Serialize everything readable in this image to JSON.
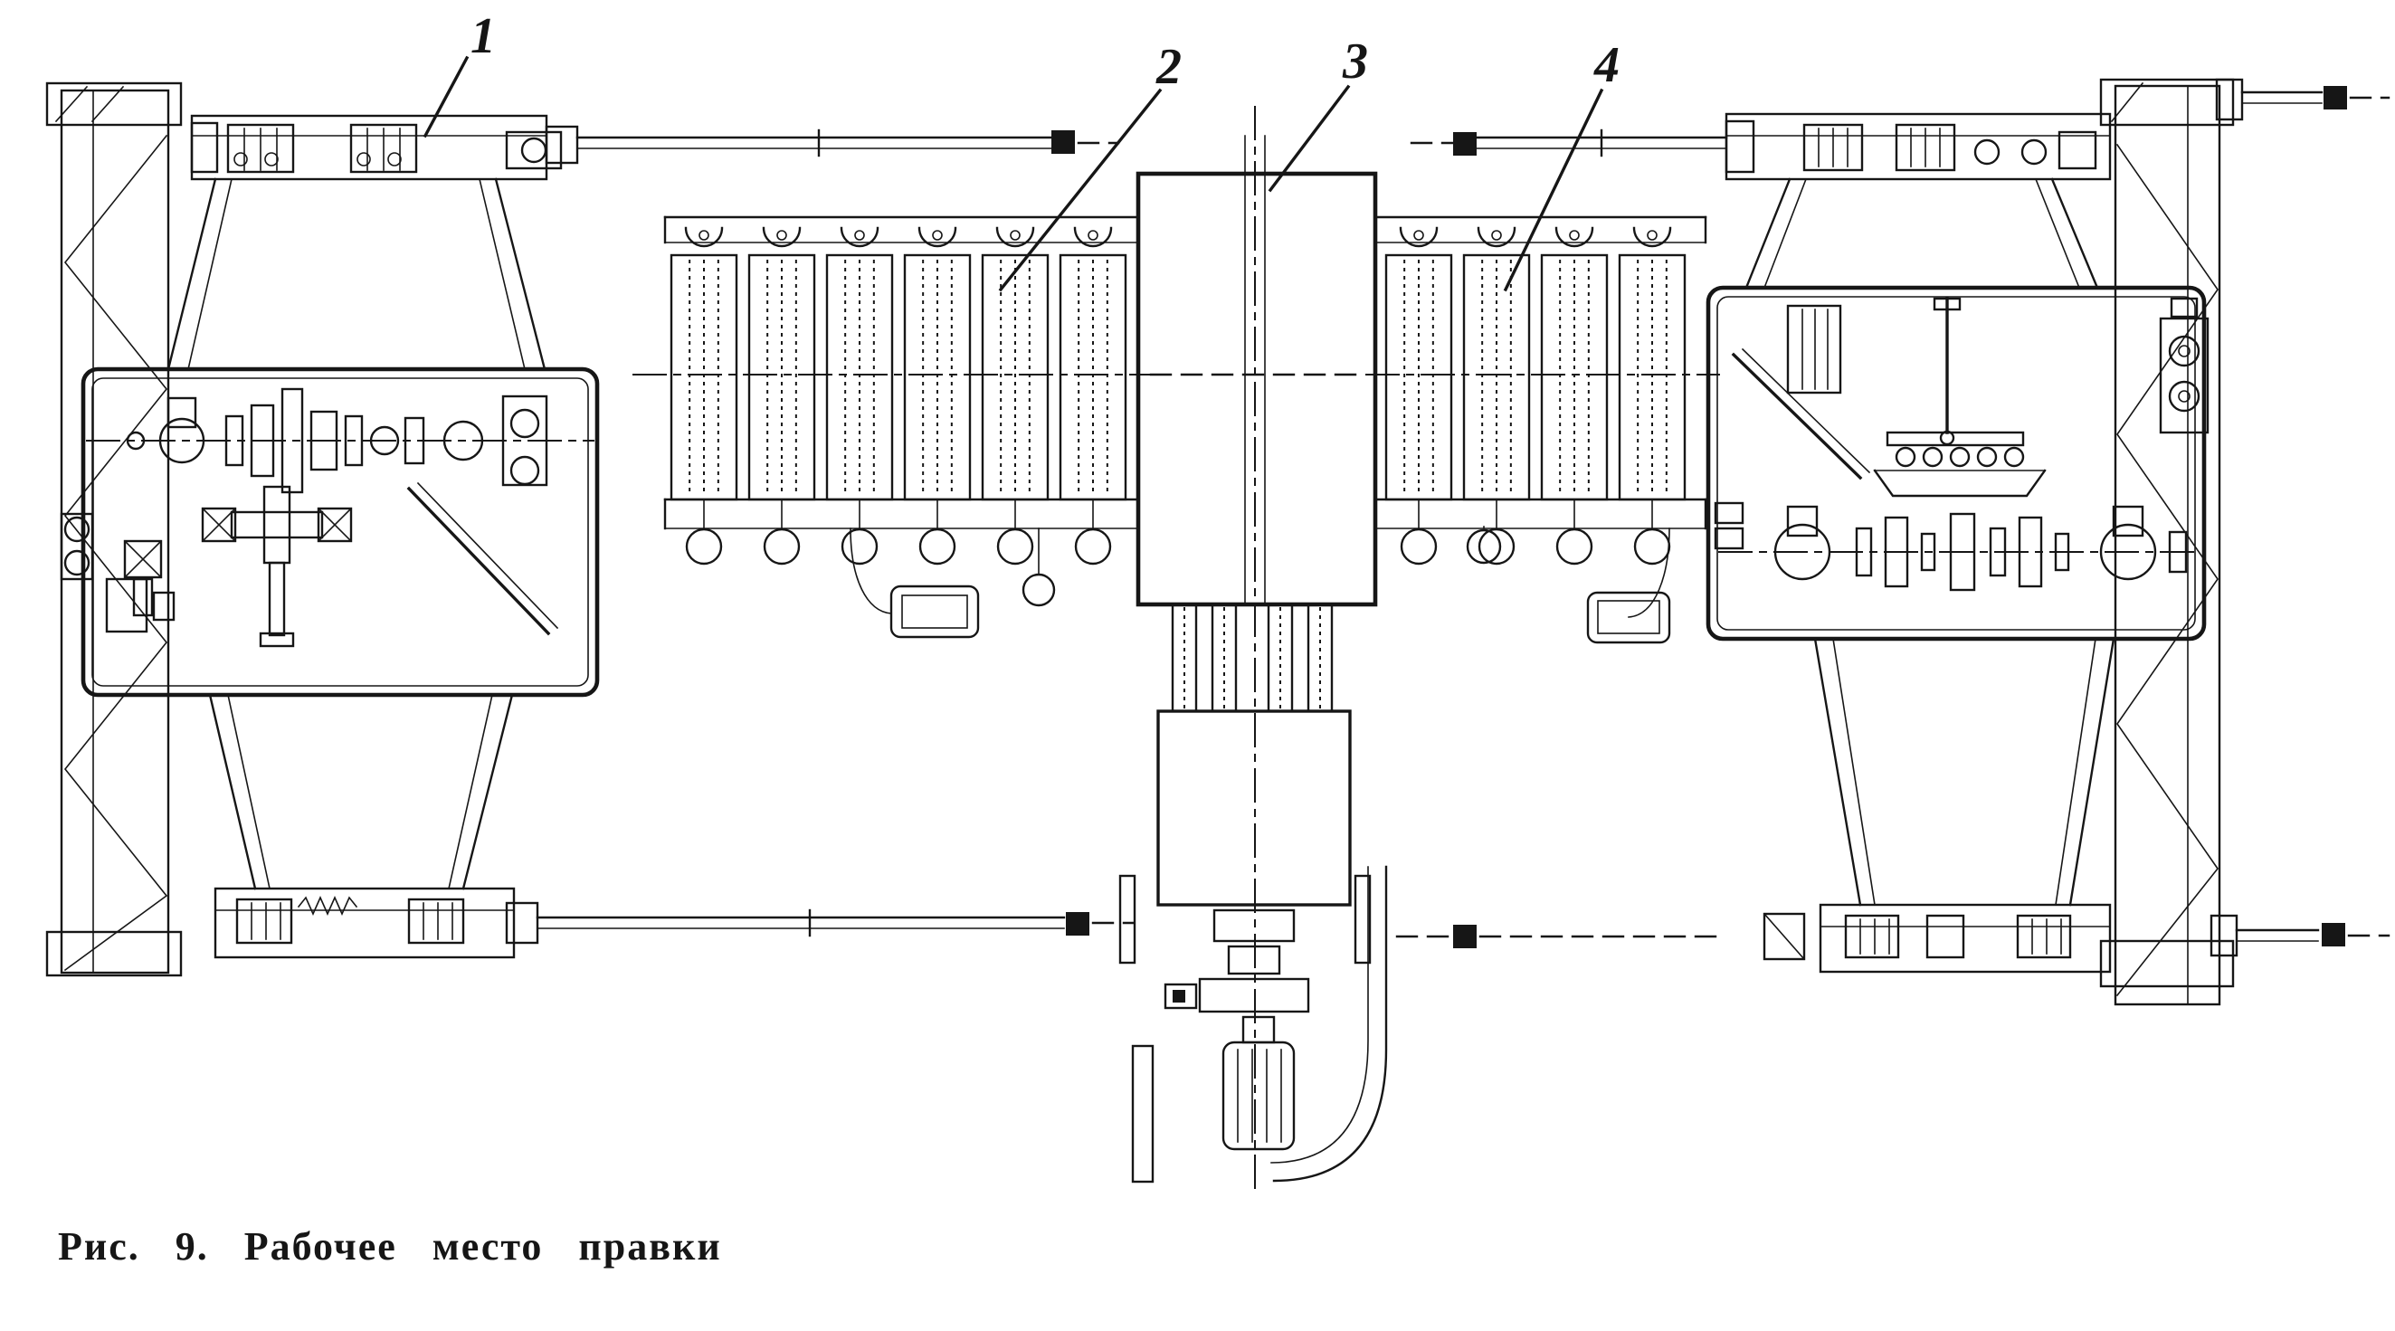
{
  "figure": {
    "caption": "Рис. 9. Рабочее место правки",
    "callouts": [
      {
        "label": "1"
      },
      {
        "label": "2"
      },
      {
        "label": "3"
      },
      {
        "label": "4"
      }
    ]
  },
  "colors": {
    "ink": "#161616",
    "paper": "#ffffff"
  }
}
